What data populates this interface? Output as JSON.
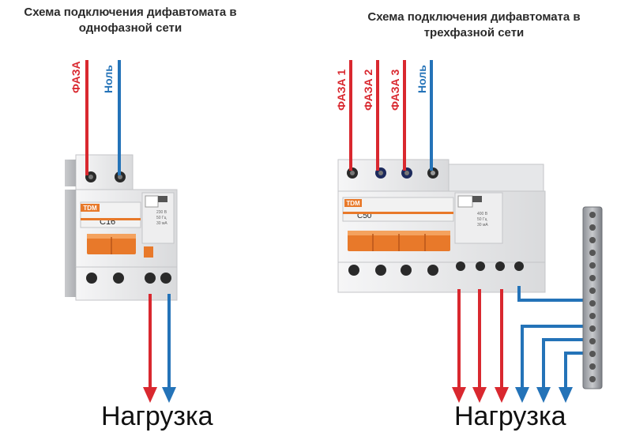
{
  "titles": {
    "single_line1": "Схема подключения дифавтомата в",
    "single_line2": "однофазной сети",
    "three_line1": "Схема подключения дифавтомата в",
    "three_line2": "трехфазной сети"
  },
  "single": {
    "phase_label": "ФАЗА",
    "neutral_label": "Ноль",
    "brand": "TDM",
    "rating": "C16",
    "load_label": "Нагрузка"
  },
  "three": {
    "phase1_label": "ФАЗА 1",
    "phase2_label": "ФАЗА 2",
    "phase3_label": "ФАЗА 3",
    "neutral_label": "Ноль",
    "brand": "TDM",
    "rating": "C50",
    "load_label": "Нагрузка"
  },
  "colors": {
    "phase": "#d9282f",
    "neutral": "#2473b8",
    "device_body": "#e9eaec",
    "device_orange": "#e8792a"
  }
}
